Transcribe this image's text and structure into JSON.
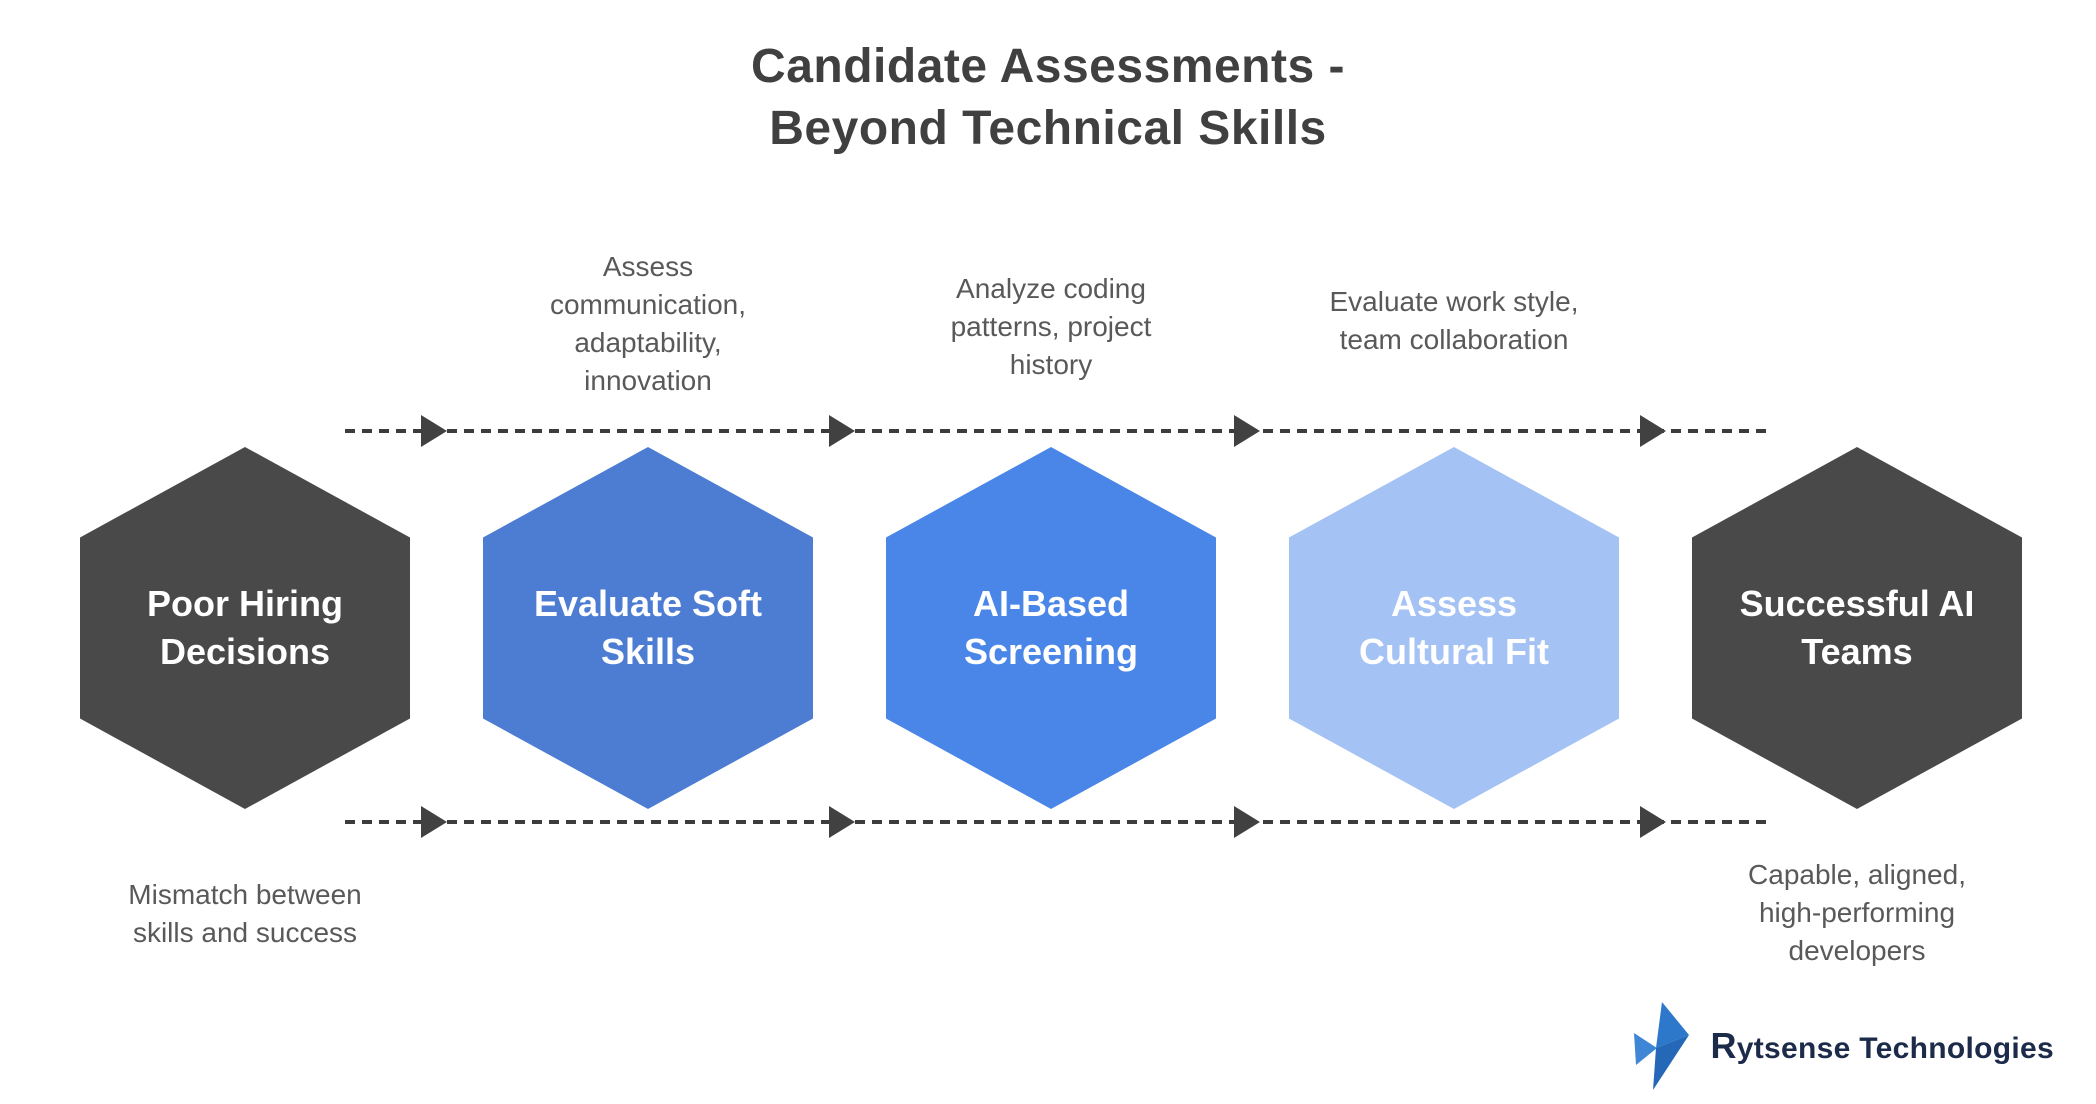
{
  "title": "Candidate Assessments -\nBeyond Technical Skills",
  "flow": {
    "type": "process-flow",
    "direction": "left-to-right",
    "arrow_style": "dashed",
    "arrow_color": "#3c3c3c"
  },
  "stages": [
    {
      "label": "Poor Hiring\nDecisions",
      "note": "Mismatch between\nskills and success",
      "note_position": "below",
      "color": "#494949",
      "text_color": "#ffffff"
    },
    {
      "label": "Evaluate Soft\nSkills",
      "note": "Assess\ncommunication,\nadaptability,\ninnovation",
      "note_position": "above",
      "color": "#4d7dd2",
      "text_color": "#ffffff"
    },
    {
      "label": "AI-Based\nScreening",
      "note": "Analyze coding\npatterns, project\nhistory",
      "note_position": "above",
      "color": "#4a86e8",
      "text_color": "#ffffff"
    },
    {
      "label": "Assess\nCultural Fit",
      "note": "Evaluate work style,\nteam collaboration",
      "note_position": "above",
      "color": "#a4c2f4",
      "text_color": "#ffffff"
    },
    {
      "label": "Successful AI\nTeams",
      "note": "Capable, aligned,\nhigh-performing\ndevelopers",
      "note_position": "below",
      "color": "#494949",
      "text_color": "#ffffff"
    }
  ],
  "logo": {
    "brand_initial": "R",
    "brand_rest": "ytsense Technologies",
    "icon": "lightning-bolt-icon",
    "icon_color": "#2e78cb",
    "text_color": "#1c2b49"
  }
}
